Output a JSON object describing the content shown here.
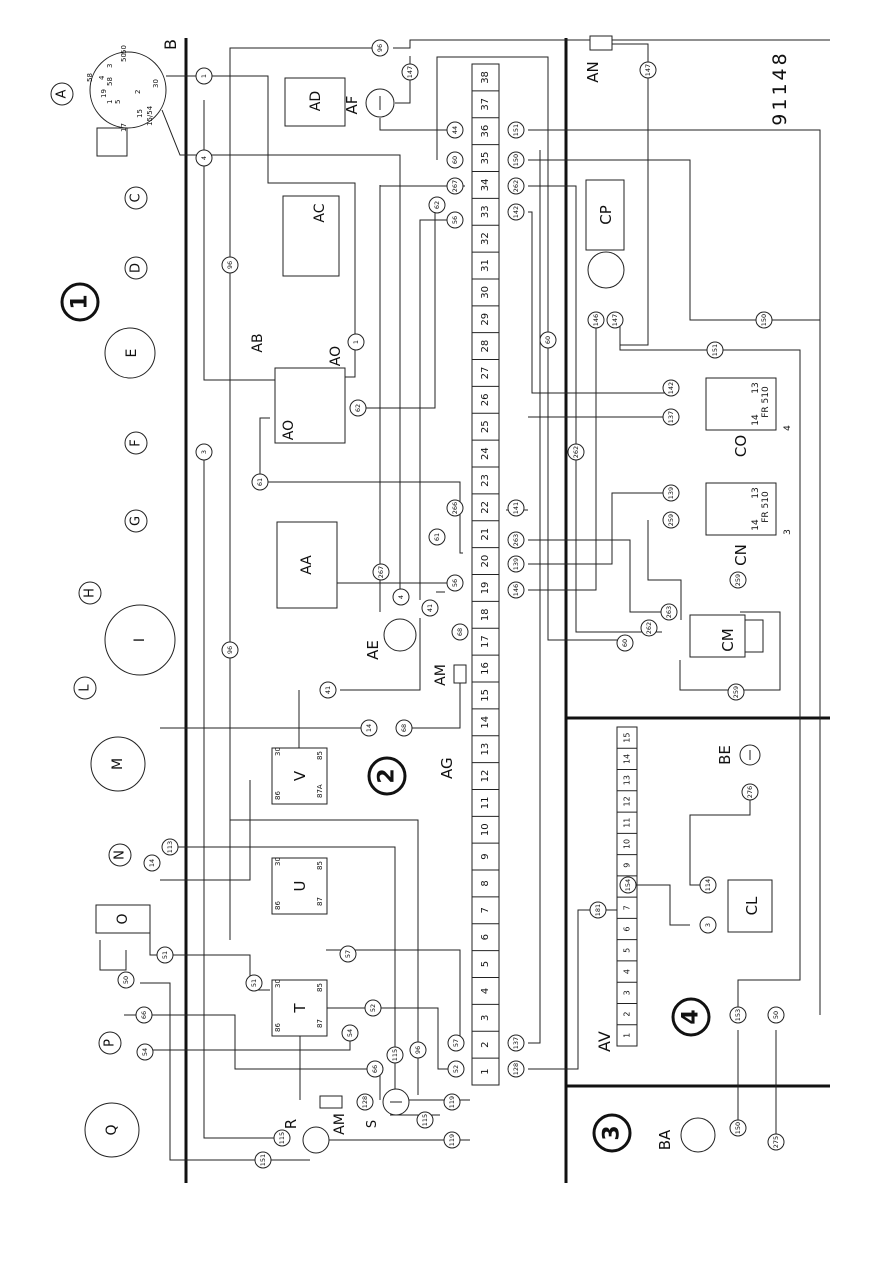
{
  "sheet_number": "91148",
  "sections": [
    "1",
    "2",
    "3",
    "4"
  ],
  "terminal_block": {
    "label": "AG",
    "numbers": [
      "1",
      "2",
      "3",
      "4",
      "5",
      "6",
      "7",
      "8",
      "9",
      "10",
      "11",
      "12",
      "13",
      "14",
      "15",
      "16",
      "17",
      "18",
      "19",
      "20",
      "21",
      "22",
      "23",
      "24",
      "25",
      "26",
      "27",
      "28",
      "29",
      "30",
      "31",
      "32",
      "33",
      "34",
      "35",
      "36",
      "37",
      "38"
    ]
  },
  "connector_av": {
    "label": "AV",
    "numbers": [
      "1",
      "2",
      "3",
      "4",
      "5",
      "6",
      "7",
      "8",
      "9",
      "10",
      "11",
      "12",
      "13",
      "14",
      "15"
    ]
  },
  "components": {
    "A": "A",
    "B": "B",
    "C": "C",
    "D": "D",
    "E": "E",
    "F": "F",
    "G": "G",
    "H": "H",
    "I": "I",
    "L": "L",
    "M": "M",
    "N": "N",
    "O": "O",
    "P": "P",
    "Q": "Q",
    "R": "R",
    "S": "S",
    "T": "T",
    "U": "U",
    "V": "V",
    "AA": "AA",
    "AB": "AB",
    "AC": "AC",
    "AD": "AD",
    "AE": "AE",
    "AF": "AF",
    "AM": "AM",
    "AN": "AN",
    "AO": "AO",
    "BA": "BA",
    "BE": "BE",
    "CL": "CL",
    "CM": "CM",
    "CN": "CN",
    "CO": "CO",
    "CP": "CP"
  },
  "relay_pins": {
    "r30": "30",
    "r85": "85",
    "r86": "86",
    "r87": "87",
    "r87a": "87A"
  },
  "switch_labels": {
    "fr510": "FR 510",
    "p13": "13",
    "p14": "14",
    "cn_num": "3",
    "co_num": "4"
  },
  "ignition_terms": [
    "58",
    "4",
    "3",
    "50",
    "50",
    "58",
    "5",
    "2",
    "30",
    "19",
    "1",
    "17",
    "15",
    "15/54"
  ],
  "wire_numbers": [
    "96",
    "147",
    "147",
    "1",
    "4",
    "44",
    "60",
    "151",
    "150",
    "267",
    "262",
    "62",
    "56",
    "142",
    "146",
    "147",
    "150",
    "151",
    "60",
    "142",
    "137",
    "1",
    "62",
    "61",
    "262",
    "139",
    "266",
    "141",
    "61",
    "263",
    "259",
    "267",
    "4",
    "139",
    "56",
    "41",
    "146",
    "263",
    "262",
    "60",
    "259",
    "259",
    "68",
    "41",
    "14",
    "68",
    "3",
    "96",
    "113",
    "14",
    "96",
    "51",
    "50",
    "57",
    "51",
    "52",
    "66",
    "54",
    "57",
    "137",
    "54",
    "115",
    "96",
    "66",
    "52",
    "128",
    "181",
    "154",
    "114",
    "3",
    "153",
    "50",
    "128",
    "119",
    "115",
    "115",
    "119",
    "151",
    "150",
    "275",
    "276"
  ]
}
